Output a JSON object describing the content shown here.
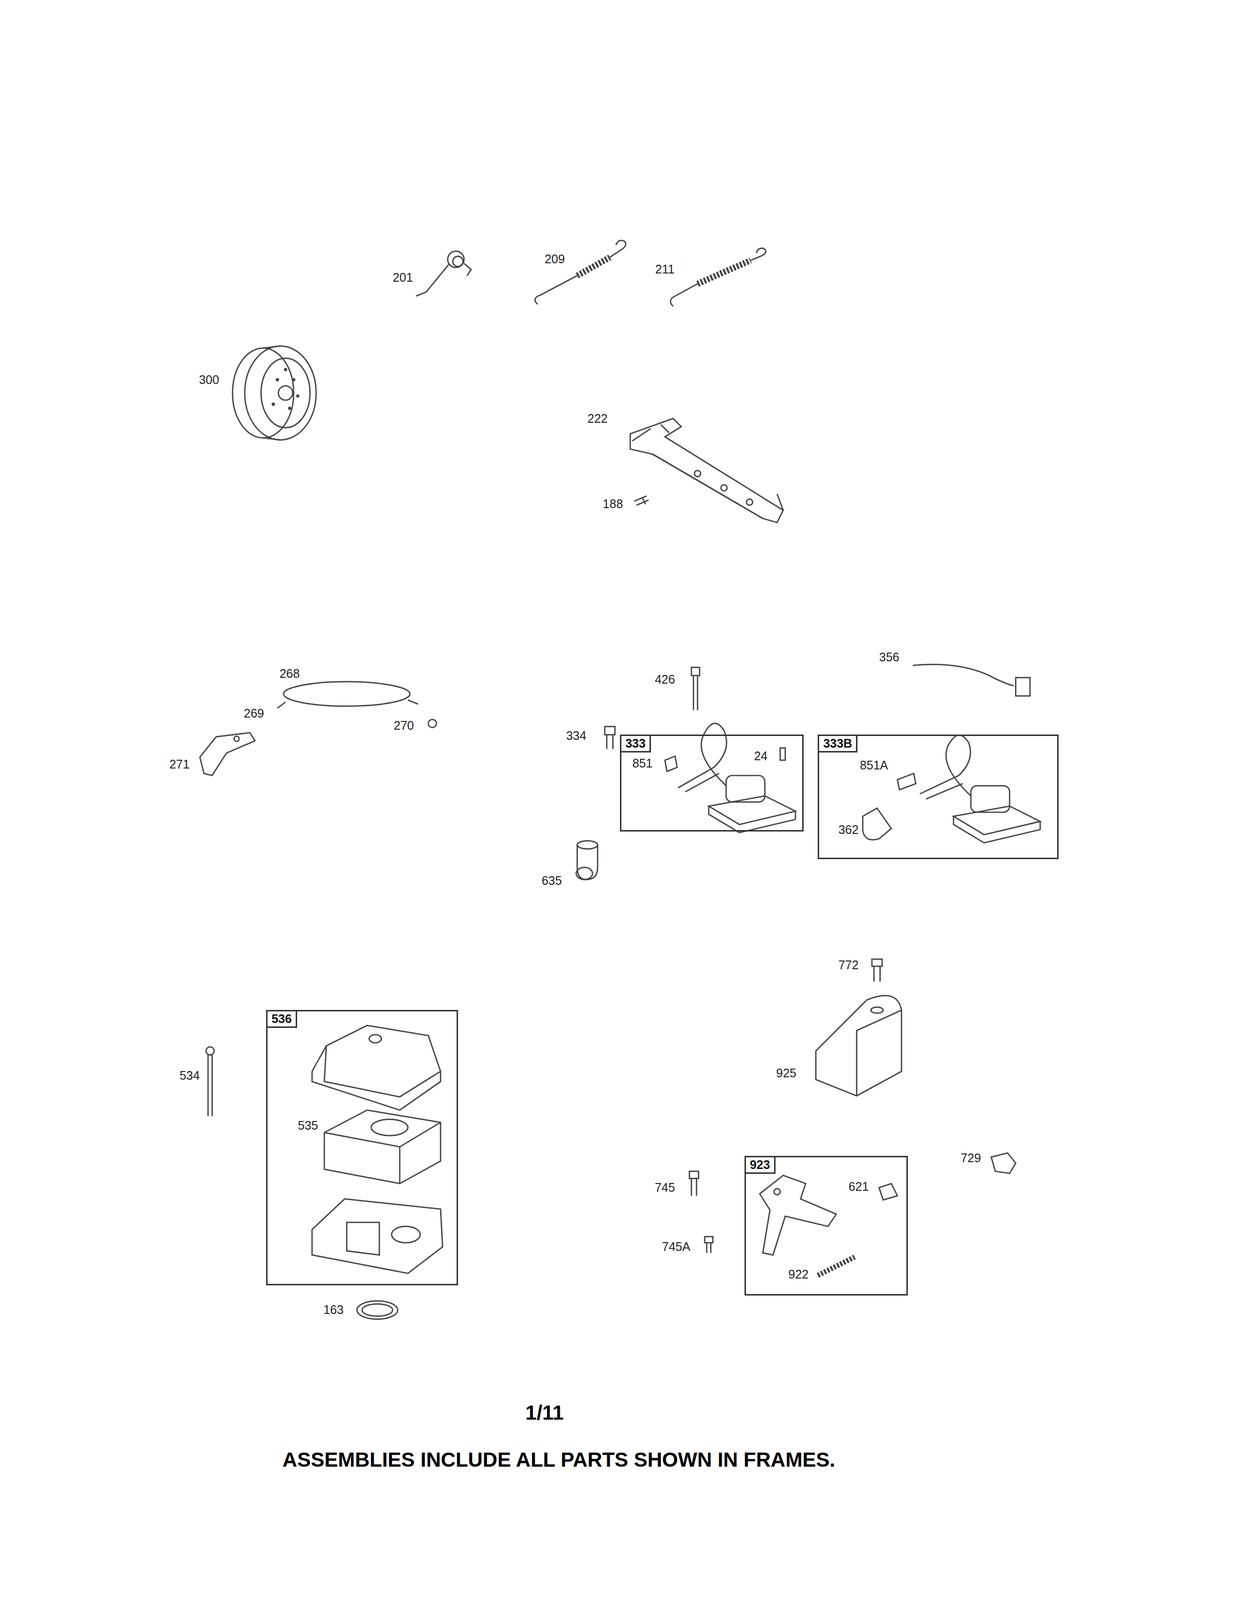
{
  "diagram": {
    "caption": "ASSEMBLIES INCLUDE ALL PARTS SHOWN IN FRAMES.",
    "nodes": [
      {
        "text": [
          "333"
        ]
      },
      {
        "text": [
          "333B"
        ]
      },
      {
        "text": [
          "536"
        ]
      },
      {
        "text": [
          "923"
        ]
      }
    ],
    "edges": [],
    "labels": [
      "201",
      "209",
      "211",
      "300",
      "222",
      "188",
      "268",
      "269",
      "270",
      "271",
      "426",
      "356",
      "334",
      "24",
      "851",
      "635",
      "851A",
      "362",
      "772",
      "925",
      "534",
      "535",
      "163",
      "729",
      "745",
      "745A",
      "621",
      "922",
      "1/11"
    ]
  }
}
